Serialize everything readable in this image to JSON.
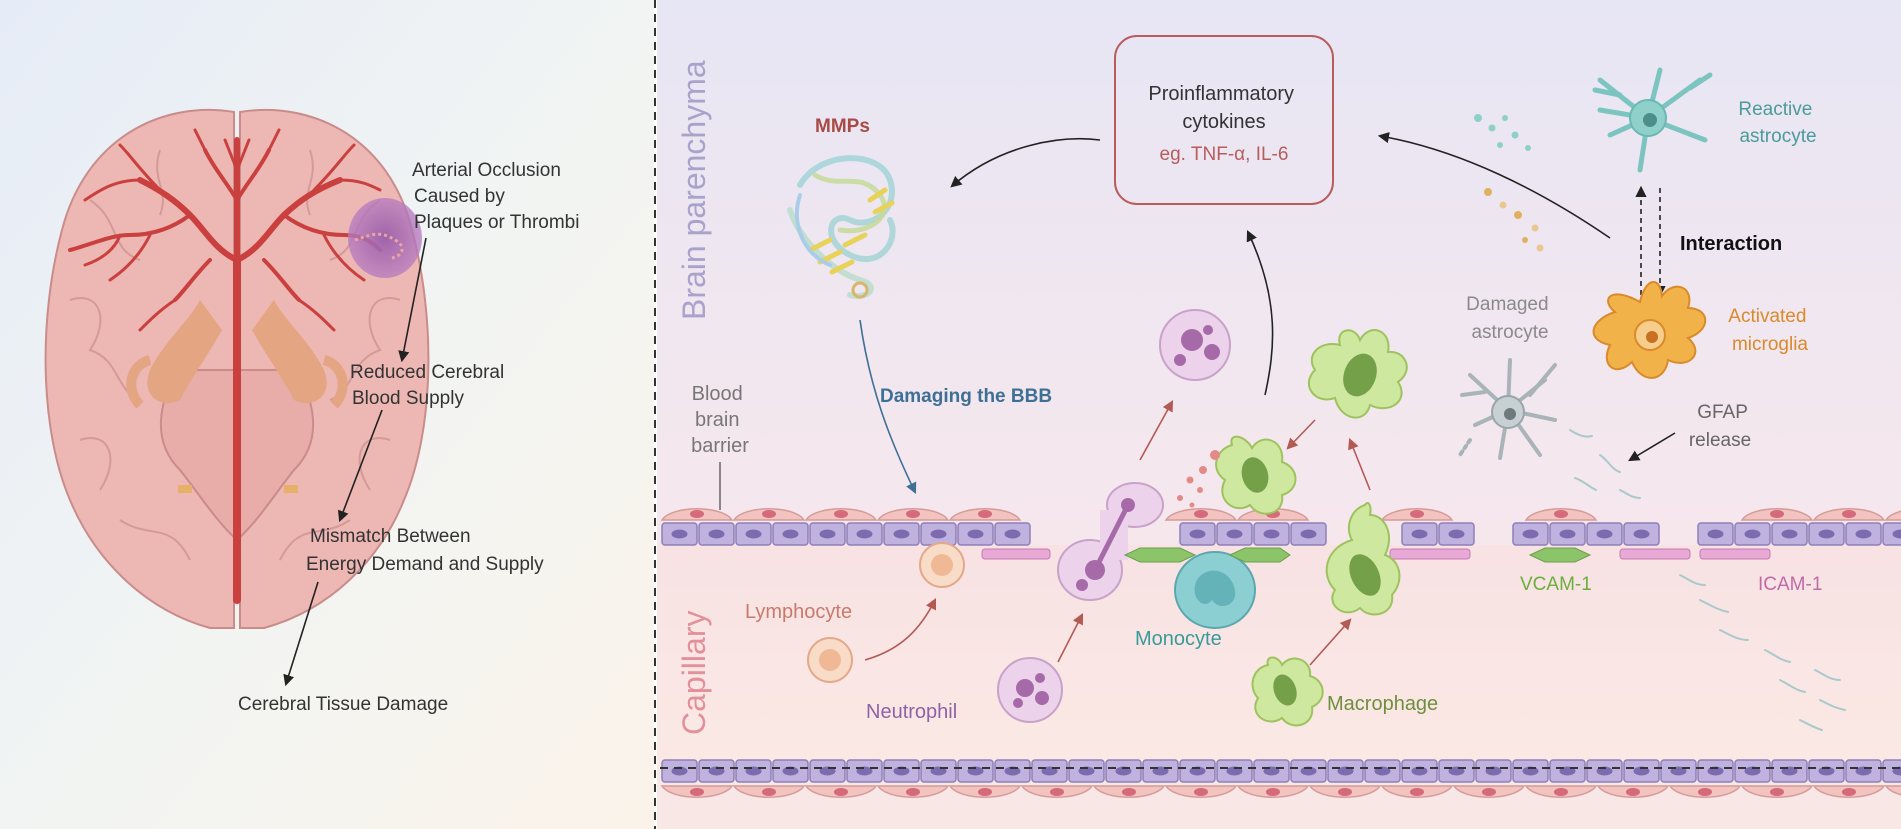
{
  "left_panel": {
    "occlusion_lines": [
      "Arterial Occlusion",
      "Caused by",
      "Plaques or Thrombi"
    ],
    "reduced_lines": [
      "Reduced Cerebral",
      "Blood Supply"
    ],
    "mismatch_lines": [
      "Mismatch Between",
      "Energy Demand and Supply"
    ],
    "damage": "Cerebral Tissue Damage"
  },
  "right_panel": {
    "brain_parenchyma": "Brain parenchyma",
    "capillary": "Capillary",
    "bbb_lines": [
      "Blood",
      "brain",
      "barrier"
    ],
    "mmps": "MMPs",
    "damaging": "Damaging the BBB",
    "cytokines_lines": [
      "Proinflammatory",
      "cytokines"
    ],
    "cytokines_example": "eg. TNF-α, IL-6",
    "reactive_lines": [
      "Reactive",
      "astrocyte"
    ],
    "interaction": "Interaction",
    "activated_lines": [
      "Activated",
      "microglia"
    ],
    "damaged_lines": [
      "Damaged",
      "astrocyte"
    ],
    "gfap_lines": [
      "GFAP",
      "release"
    ],
    "lymphocyte": "Lymphocyte",
    "neutrophil": "Neutrophil",
    "monocyte": "Monocyte",
    "macrophage": "Macrophage",
    "vcam": "VCAM-1",
    "icam": "ICAM-1"
  },
  "colors": {
    "artery": "#c9403f",
    "cytokine_box": "#b85c5c",
    "mmps": "#a84a45",
    "bbb_arrow": "#3e6f94",
    "astro_label": "#4a9b9a",
    "microglia_label": "#d98a2a",
    "neutrophil_label": "#8e62a8",
    "monocyte_label": "#3a9a9a",
    "macrophage_label": "#6f8f3e",
    "vcam_label": "#6cae3c",
    "icam_label": "#c06aa8",
    "lymphocyte_label": "#c97a6e"
  }
}
